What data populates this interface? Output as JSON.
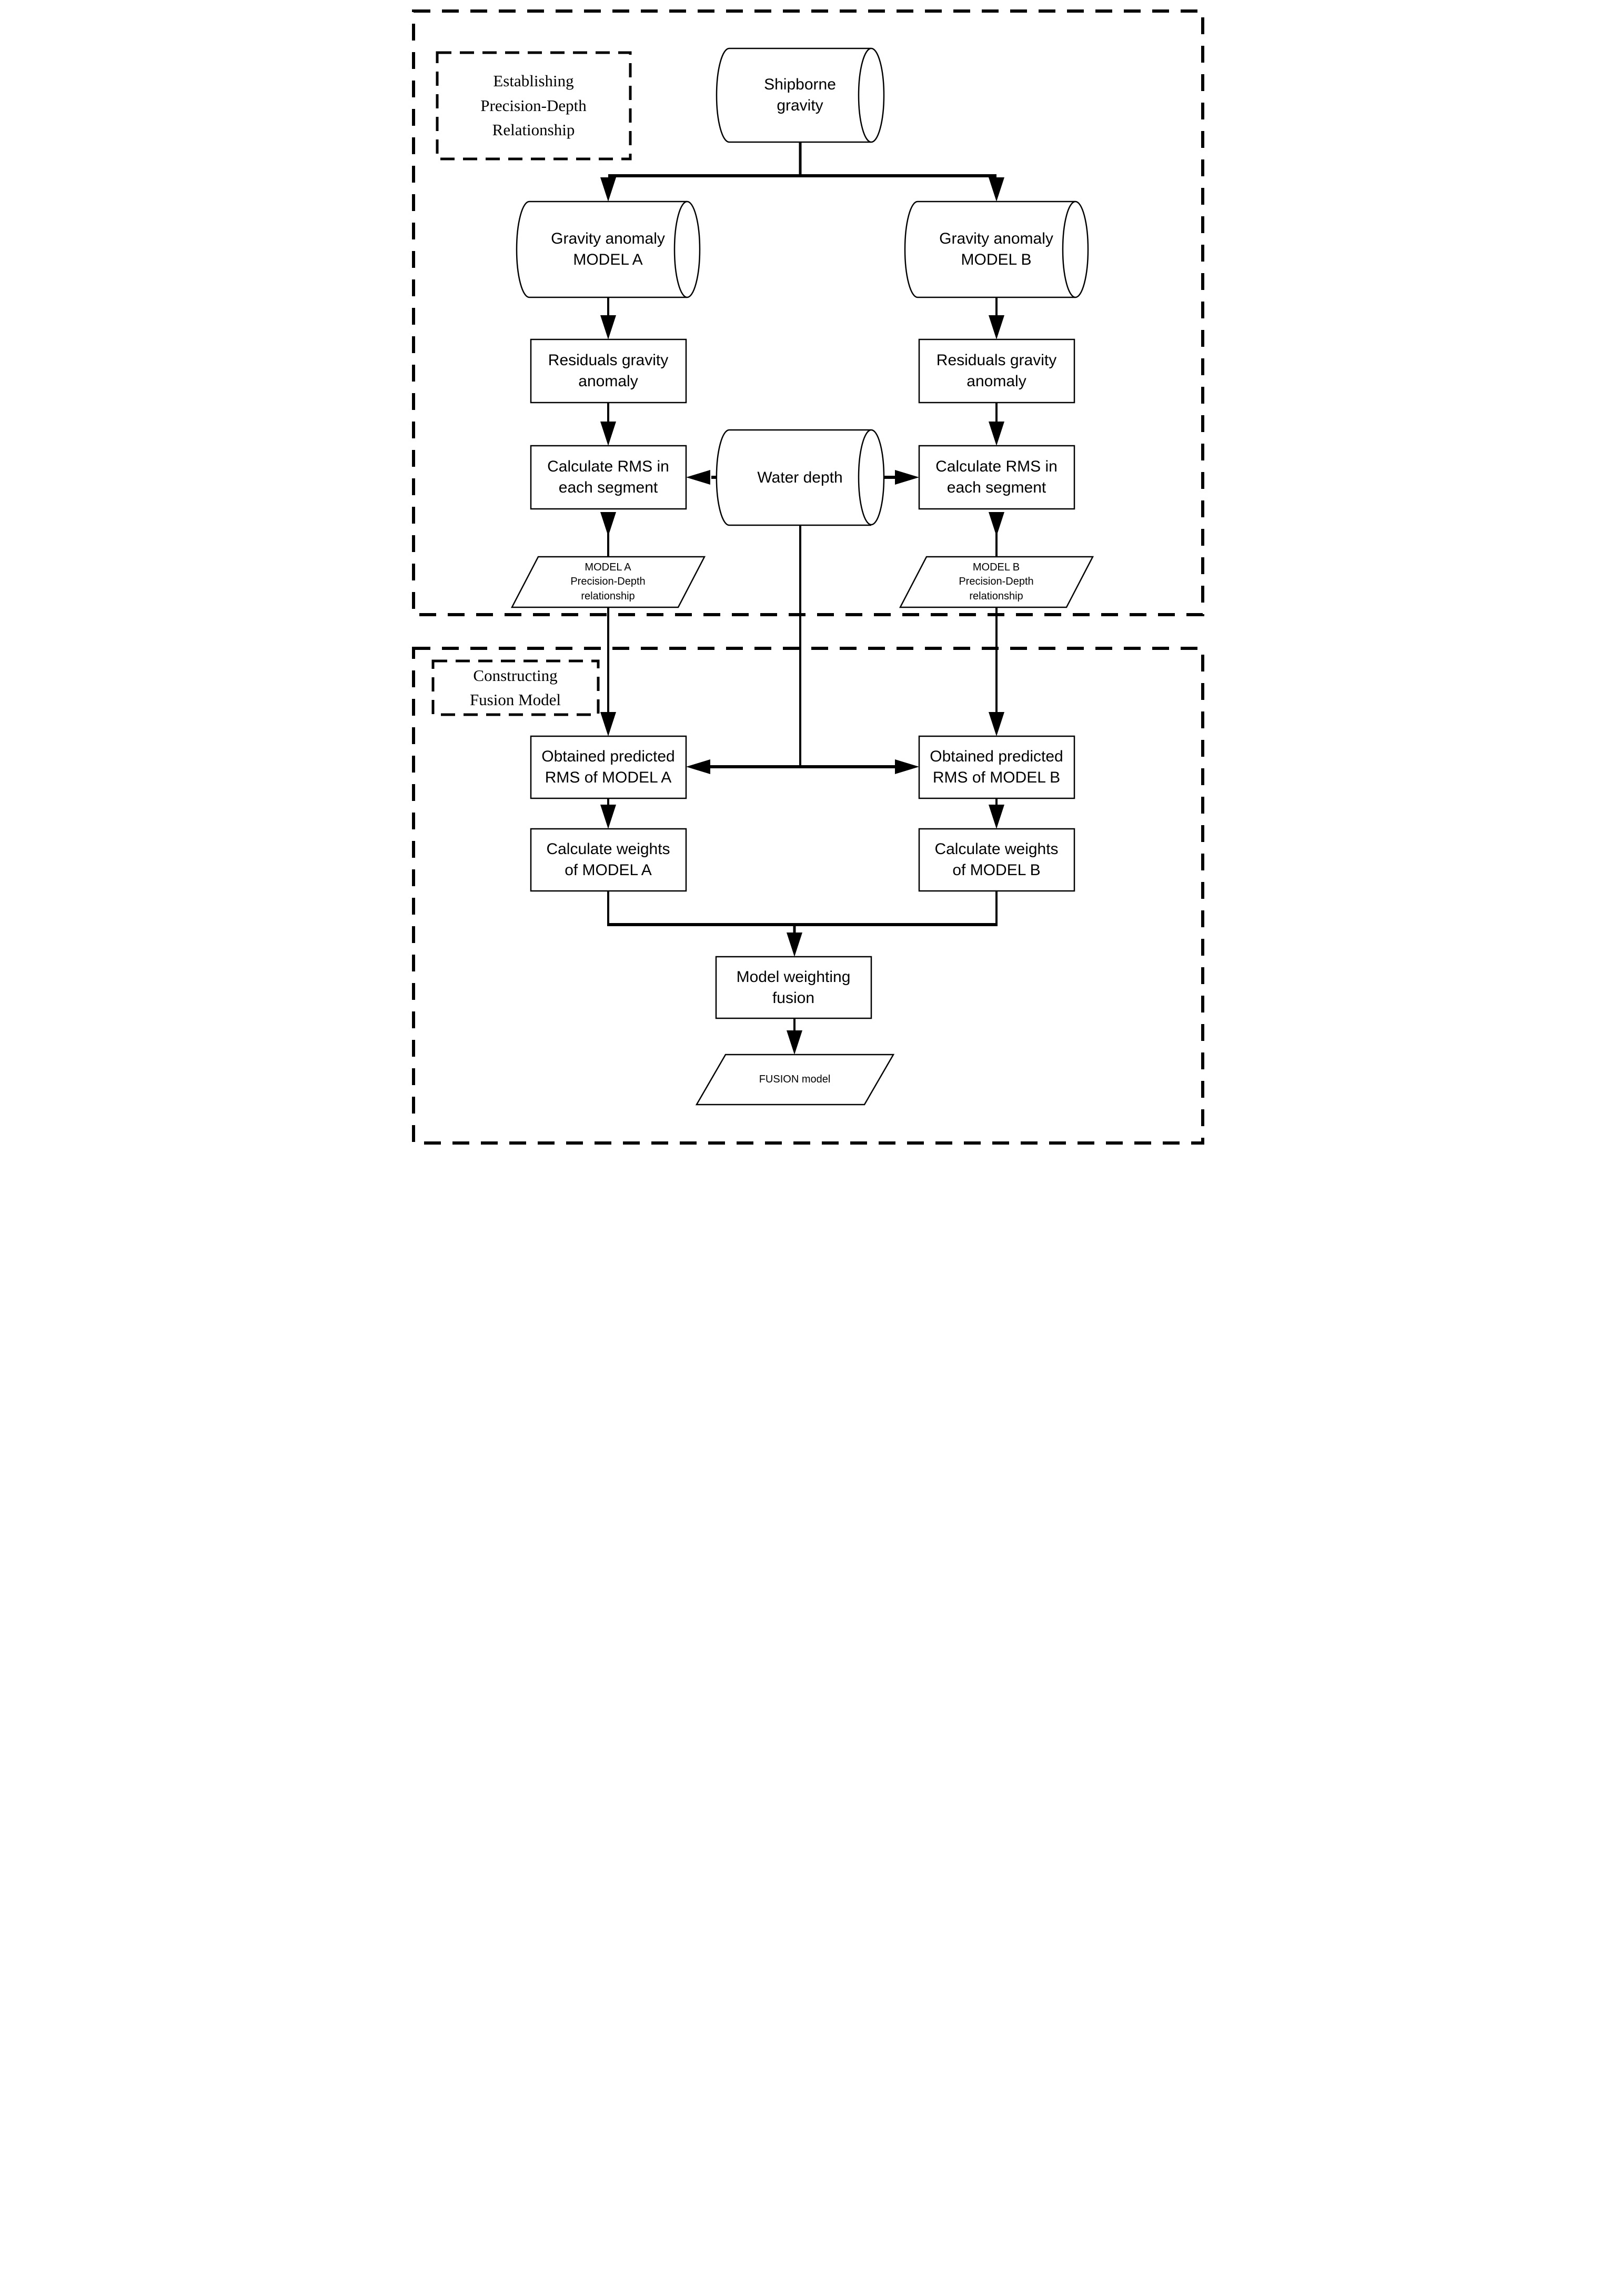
{
  "colors": {
    "ink": "#000000",
    "background": "#ffffff"
  },
  "section1": {
    "label": {
      "line1": "Establishing",
      "line2": "Precision-Depth",
      "line3": "Relationship"
    },
    "shipborne": {
      "line1": "Shipborne",
      "line2": "gravity"
    },
    "model_a": {
      "line1": "Gravity anomaly",
      "line2": "MODEL A"
    },
    "model_b": {
      "line1": "Gravity anomaly",
      "line2": "MODEL B"
    },
    "residuals_a": {
      "line1": "Residuals gravity",
      "line2": "anomaly"
    },
    "residuals_b": {
      "line1": "Residuals gravity",
      "line2": "anomaly"
    },
    "water_depth": {
      "line1": "Water depth"
    },
    "rms_a": {
      "line1": "Calculate RMS in",
      "line2": "each segment"
    },
    "rms_b": {
      "line1": "Calculate RMS in",
      "line2": "each segment"
    },
    "pd_a": {
      "line1": "MODEL A",
      "line2": "Precision-Depth",
      "line3": "relationship"
    },
    "pd_b": {
      "line1": "MODEL B",
      "line2": "Precision-Depth",
      "line3": "relationship"
    }
  },
  "section2": {
    "label": {
      "line1": "Constructing",
      "line2": "Fusion Model"
    },
    "obtained_a": {
      "line1": "Obtained predicted",
      "line2": "RMS of MODEL A"
    },
    "obtained_b": {
      "line1": "Obtained predicted",
      "line2": "RMS of MODEL B"
    },
    "weights_a": {
      "line1": "Calculate weights",
      "line2": "of MODEL A"
    },
    "weights_b": {
      "line1": "Calculate weights",
      "line2": "of MODEL B"
    },
    "fusion_box": {
      "line1": "Model weighting",
      "line2": "fusion"
    },
    "fusion_model": {
      "line1": "FUSION model"
    }
  }
}
